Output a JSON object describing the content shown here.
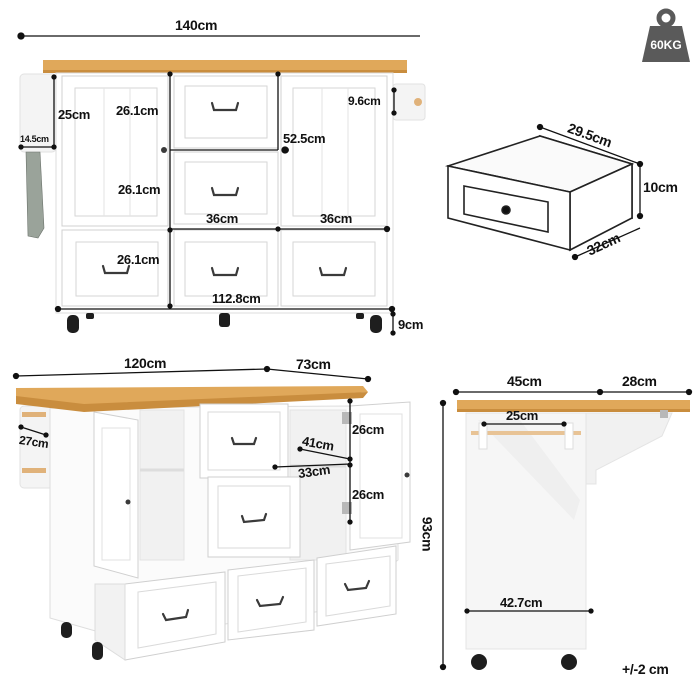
{
  "colors": {
    "countertop": "#e0a85a",
    "countertop_edge": "#c98d3e",
    "cabinet": "#ffffff",
    "cabinet_shade": "#ececec",
    "panel_line": "#d6d6d6",
    "dimension_line": "#111111",
    "handle": "#3a3a3a",
    "wheel": "#1e1e1e",
    "weight_icon": "#5a5a5a"
  },
  "weight_badge": {
    "icon": "weight-icon",
    "label": "60KG"
  },
  "front_view": {
    "overall_width": "140cm",
    "towel_bar_height": "25cm",
    "towel_bar_depth": "14.5cm",
    "drawer_height_top": "26.1cm",
    "drawer_height_middle": "26.1cm",
    "drawer_height_bottom": "26.1cm",
    "door_height": "52.5cm",
    "hook_height": "9.6cm",
    "center_width": "36cm",
    "right_width": "36cm",
    "body_width": "112.8cm",
    "wheel_height": "9cm"
  },
  "drawer_detail": {
    "depth": "29.5cm",
    "height": "10cm",
    "width": "32cm"
  },
  "open_view": {
    "top_width": "120cm",
    "top_depth": "73cm",
    "towel_bar_length": "27cm",
    "shelf_depth": "41cm",
    "shelf_width": "33cm",
    "shelf_height_upper": "26cm",
    "shelf_height_lower": "26cm"
  },
  "side_view": {
    "fixed_depth": "45cm",
    "drop_leaf_depth": "28cm",
    "towel_rack_width": "25cm",
    "total_height": "93cm",
    "base_depth": "42.7cm",
    "tolerance": "+/-2 cm"
  }
}
